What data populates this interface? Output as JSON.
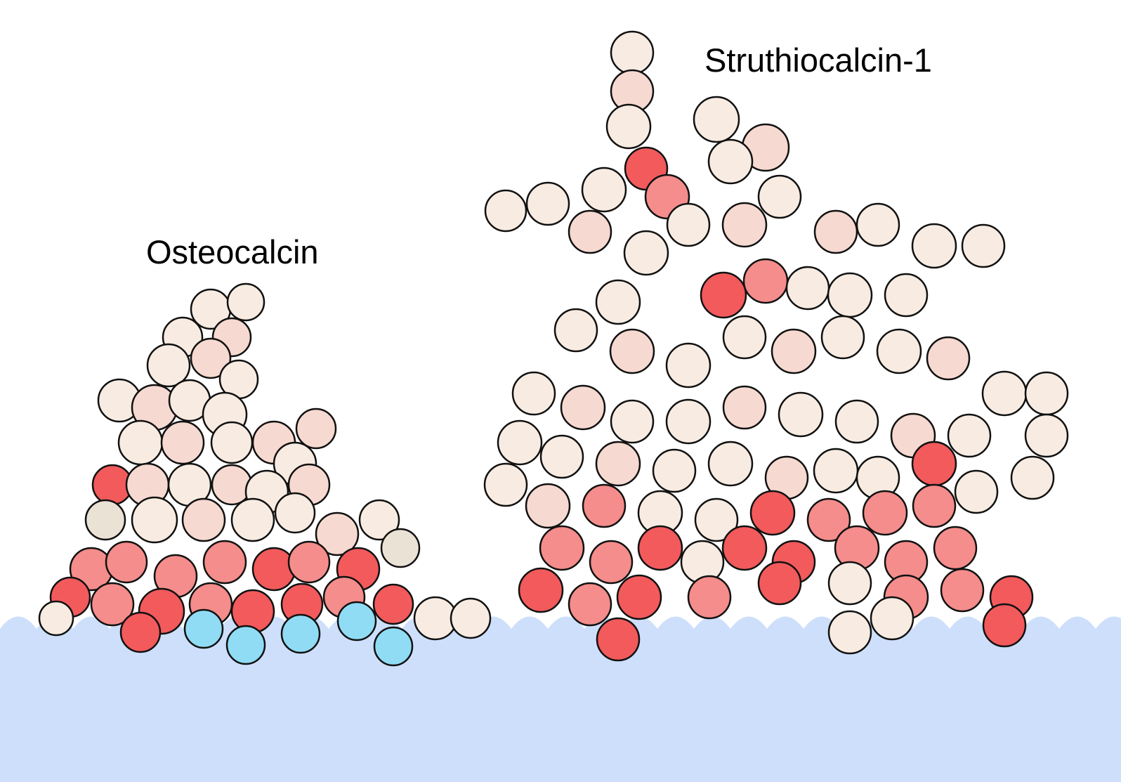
{
  "labels": {
    "osteocalcin": "Osteocalcin",
    "struthiocalcin": "Struthiocalcin-1"
  },
  "colors": {
    "background": "#ffffff",
    "mineral_surface": "#cddffb",
    "atom_outline": "#111111",
    "calcium_ion": "#90dcf5",
    "acidic_strong": "#f25a5c",
    "acidic_medium": "#f48d8b",
    "neutral_light": "#f6d9d0",
    "neutral_cream": "#f8ece2",
    "neutral_beige": "#ebe2d6"
  },
  "icons": {
    "osteocalcin_molecule": "space-filling-protein-osteocalcin",
    "struthiocalcin_molecule": "space-filling-protein-struthiocalcin-1",
    "calcium_ions": "calcium-ion-spheres",
    "surface": "mineral-surface"
  }
}
